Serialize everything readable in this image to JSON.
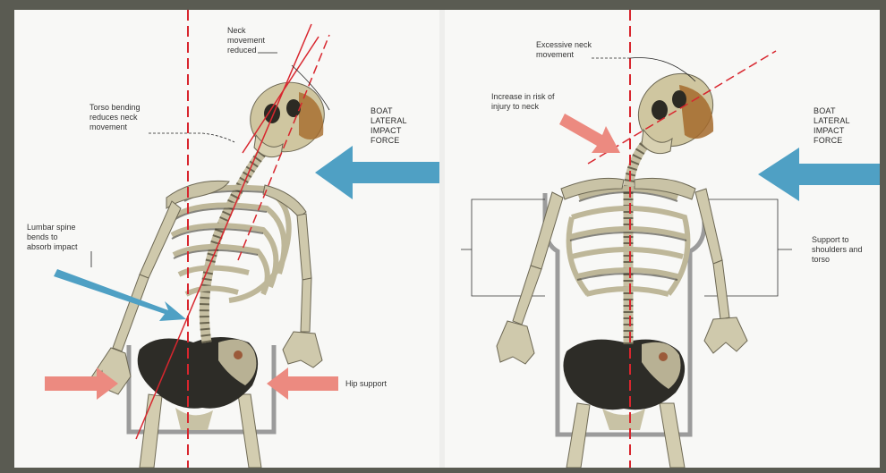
{
  "left_panel": {
    "neck_label": "Neck\nmovement\nreduced",
    "torso_label": "Torso bending\nreduces neck\nmovement",
    "lumbar_label": "Lumbar spine\nbends to\nabsorb impact",
    "hip_label": "Hip support",
    "force_label": "BOAT\nLATERAL\nIMPACT\nFORCE"
  },
  "right_panel": {
    "excessive_label": "Excessive neck\nmovement",
    "risk_label": "Increase in risk of\ninjury to neck",
    "support_label": "Support to\nshoulders and\ntorso",
    "force_label": "BOAT\nLATERAL\nIMPACT\nFORCE"
  },
  "colors": {
    "centerline": "#d8262e",
    "impact_arrow": "#4fa0c4",
    "pressure_arrow": "#ec8a80",
    "bone": "#c9c3a6",
    "seat": "#9a9a9a"
  }
}
